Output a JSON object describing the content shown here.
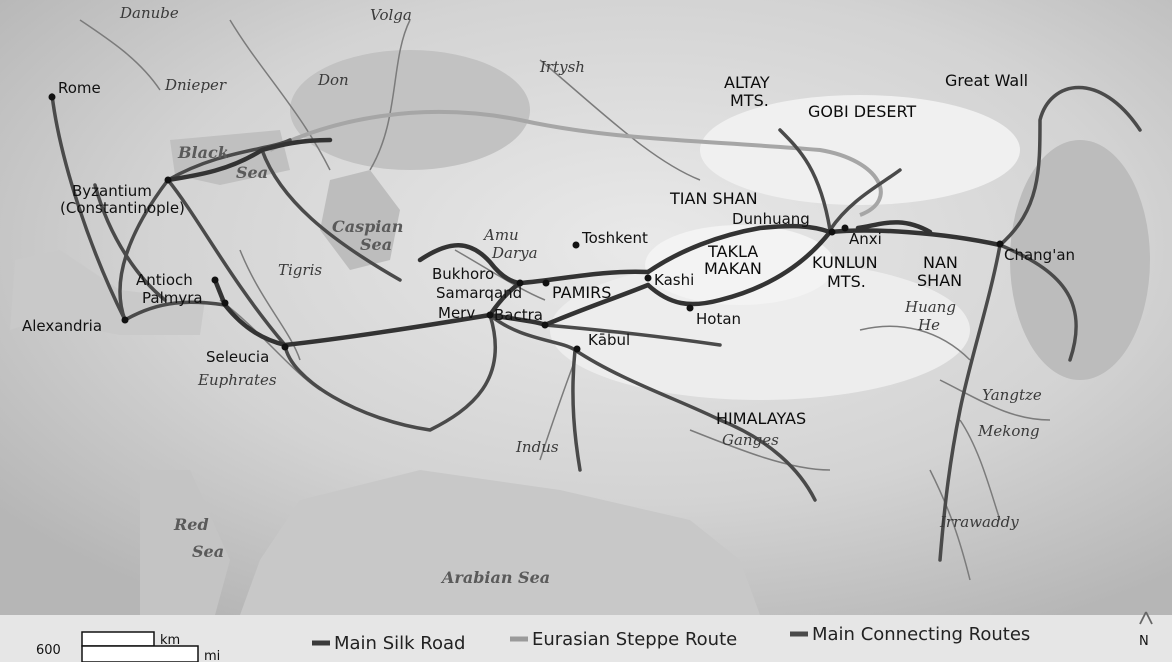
{
  "map": {
    "rivers": {
      "danube": "Danube",
      "volga": "Volga",
      "dnieper": "Dnieper",
      "don": "Don",
      "irtysh": "Irtysh",
      "tigris": "Tigris",
      "euphrates": "Euphrates",
      "amu_darya_1": "Amu",
      "amu_darya_2": "Darya",
      "indus": "Indus",
      "ganges": "Ganges",
      "huang_he_1": "Huang",
      "huang_he_2": "He",
      "yangtze": "Yangtze",
      "mekong": "Mekong",
      "irrawaddy": "Irrawaddy"
    },
    "seas": {
      "black_1": "Black",
      "black_2": "Sea",
      "caspian_1": "Caspian",
      "caspian_2": "Sea",
      "red_1": "Red",
      "red_2": "Sea",
      "arabian": "Arabian Sea"
    },
    "regions": {
      "altay_1": "ALTAY",
      "altay_2": "MTS.",
      "gobi": "GOBI DESERT",
      "great_wall": "Great Wall",
      "tian_shan": "TIAN SHAN",
      "takla_1": "TAKLA",
      "takla_2": "MAKAN",
      "kunlun_1": "KUNLUN",
      "kunlun_2": "MTS.",
      "nan_1": "NAN",
      "nan_2": "SHAN",
      "pamirs": "PAMIRS",
      "himalayas": "HIMALAYAS"
    },
    "cities": {
      "rome": "Rome",
      "byzantium_1": "Byzantium",
      "byzantium_2": "(Constantinople)",
      "antioch": "Antioch",
      "palmyra": "Palmyra",
      "alexandria": "Alexandria",
      "seleucia": "Seleucia",
      "bukhoro": "Bukhoro",
      "samarqand": "Samarqand",
      "merv": "Merv",
      "bactra": "Bactra",
      "kabul": "Kābul",
      "toshkent": "Toshkent",
      "kashi": "Kashi",
      "hotan": "Hotan",
      "dunhuang": "Dunhuang",
      "anxi": "Anxi",
      "changan": "Chang'an"
    }
  },
  "legend": {
    "scale_value": "600",
    "scale_km": "km",
    "scale_mi": "mi",
    "main_silk_road": "Main Silk Road",
    "eurasian_steppe": "Eurasian Steppe Route",
    "main_connecting": "Main Connecting Routes",
    "north": "N"
  },
  "colors": {
    "main_silk_road": "#3a3a3a",
    "eurasian_steppe": "#9a9a9a",
    "main_connecting": "#4a4a4a",
    "legend_bar": "#e6e6e6"
  }
}
